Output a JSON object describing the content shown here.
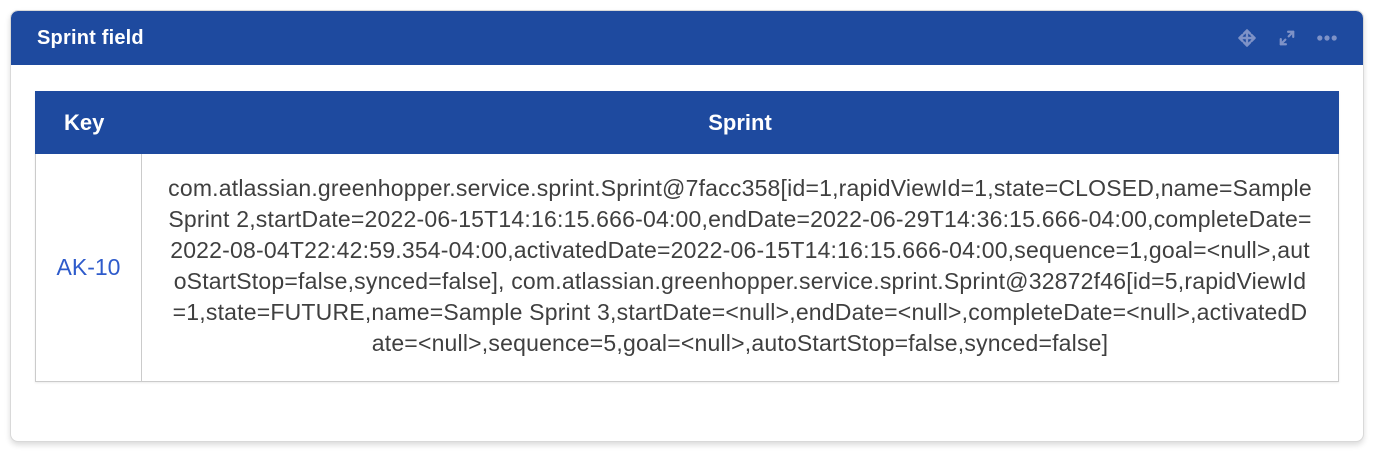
{
  "panel": {
    "title": "Sprint field",
    "icons": [
      {
        "name": "move-icon"
      },
      {
        "name": "expand-icon"
      },
      {
        "name": "more-options-icon"
      }
    ]
  },
  "table": {
    "columns": [
      "Key",
      "Sprint"
    ],
    "rows": [
      {
        "key": "AK-10",
        "sprint": "com.atlassian.greenhopper.service.sprint.Sprint@7facc358[id=1,rapidViewId=1,state=CLOSED,name=Sample Sprint 2,startDate=2022-06-15T14:16:15.666-04:00,endDate=2022-06-29T14:36:15.666-04:00,completeDate=2022-08-04T22:42:59.354-04:00,activatedDate=2022-06-15T14:16:15.666-04:00,sequence=1,goal=<null>,autoStartStop=false,synced=false], com.atlassian.greenhopper.service.sprint.Sprint@32872f46[id=5,rapidViewId=1,state=FUTURE,name=Sample Sprint 3,startDate=<null>,endDate=<null>,completeDate=<null>,activatedDate=<null>,sequence=5,goal=<null>,autoStartStop=false,synced=false]"
      }
    ]
  },
  "colors": {
    "header_bg": "#1e4a9f",
    "header_text": "#ffffff",
    "header_icon": "#7e92c7",
    "table_header_bg": "#1e4a9f",
    "link": "#2e5bcb",
    "cell_text": "#3f3f3f",
    "cell_border": "#cbcbcb",
    "panel_border": "#d9d9d9"
  }
}
